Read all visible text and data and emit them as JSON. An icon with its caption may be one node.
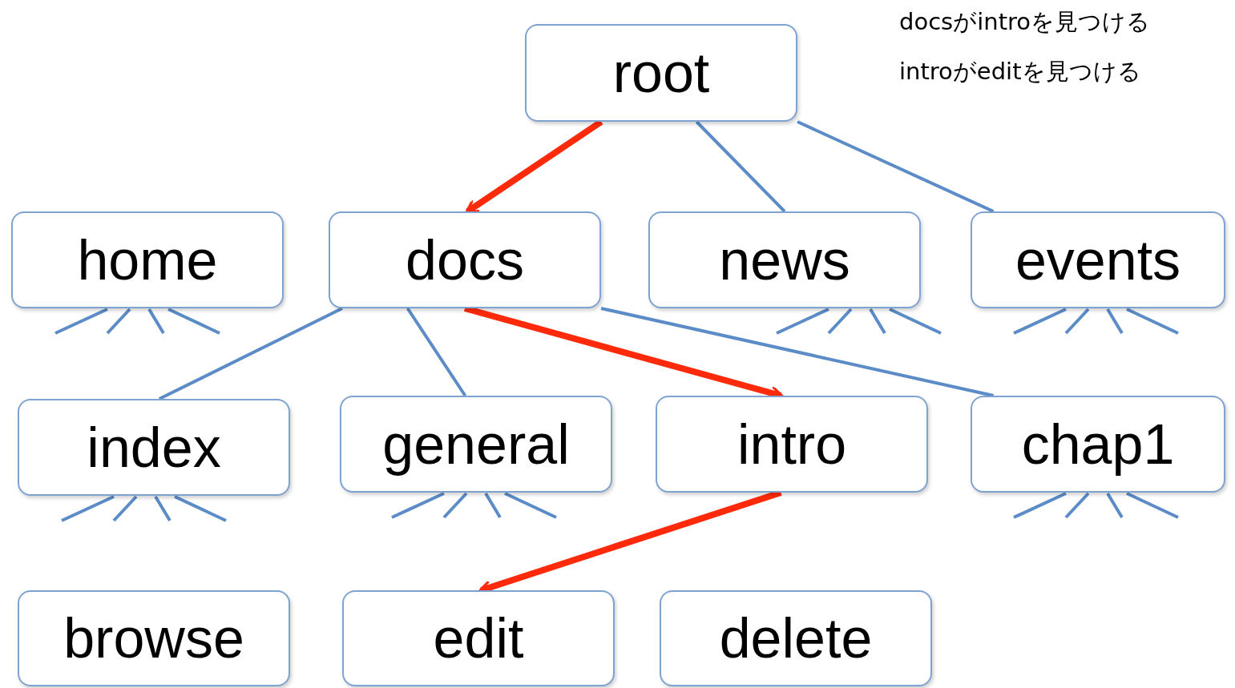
{
  "diagram": {
    "nodes": [
      {
        "text": [
          "root"
        ]
      },
      {
        "text": [
          "home"
        ]
      },
      {
        "text": [
          "docs"
        ]
      },
      {
        "text": [
          "news"
        ]
      },
      {
        "text": [
          "events"
        ]
      },
      {
        "text": [
          "index"
        ]
      },
      {
        "text": [
          "general"
        ]
      },
      {
        "text": [
          "intro"
        ]
      },
      {
        "text": [
          "chap1"
        ]
      },
      {
        "text": [
          "browse"
        ]
      },
      {
        "text": [
          "edit"
        ]
      },
      {
        "text": [
          "delete"
        ]
      }
    ],
    "edges": [
      {
        "from": 0,
        "to": 2,
        "arrow": "to",
        "style": "thick",
        "color": "#ff2a0a"
      },
      {
        "from": 0,
        "to": 3,
        "arrow": "none"
      },
      {
        "from": 0,
        "to": 4,
        "arrow": "none"
      },
      {
        "from": 2,
        "to": 5,
        "arrow": "none"
      },
      {
        "from": 2,
        "to": 6,
        "arrow": "none"
      },
      {
        "from": 2,
        "to": 7,
        "arrow": "to",
        "style": "thick",
        "color": "#ff2a0a"
      },
      {
        "from": 2,
        "to": 8,
        "arrow": "none"
      },
      {
        "from": 7,
        "to": 10,
        "arrow": "to",
        "style": "thick",
        "color": "#ff2a0a"
      }
    ],
    "labels": [
      "docsがintroを見つける",
      "introがeditを見つける"
    ]
  }
}
